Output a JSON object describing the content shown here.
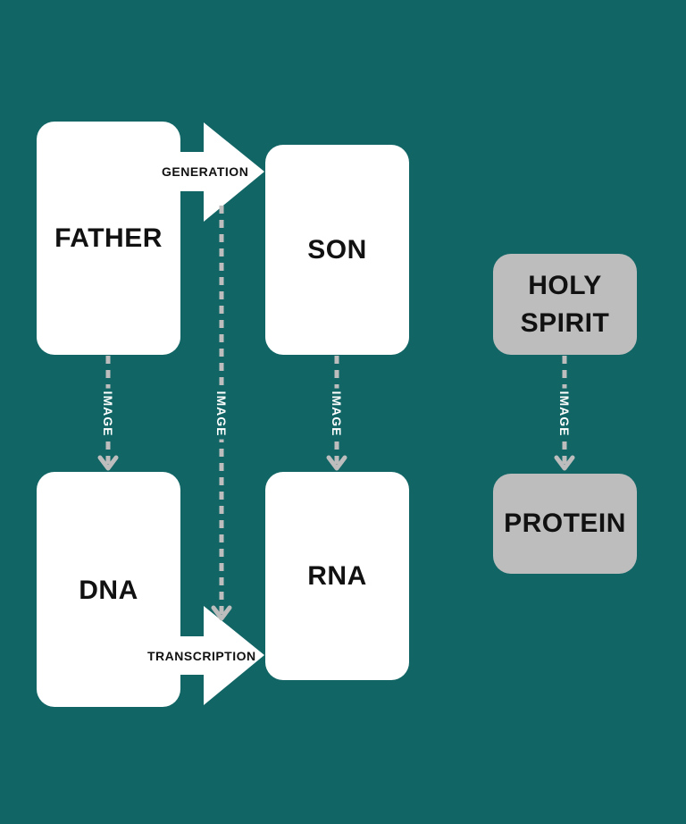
{
  "colors": {
    "background": "#126565",
    "box_primary": "#ffffff",
    "box_secondary": "#bdbdbd",
    "connector": "#bdbdbd",
    "text": "#111111"
  },
  "nodes": {
    "father": "FATHER",
    "son": "SON",
    "dna": "DNA",
    "rna": "RNA",
    "holy_spirit_line1": "HOLY",
    "holy_spirit_line2": "SPIRIT",
    "protein": "PROTEIN"
  },
  "edges": {
    "generation": "GENERATION",
    "transcription": "TRANSCRIPTION",
    "image_father_dna": "IMAGE",
    "image_cross": "IMAGE",
    "image_son_rna": "IMAGE",
    "image_spirit_protein": "IMAGE"
  }
}
